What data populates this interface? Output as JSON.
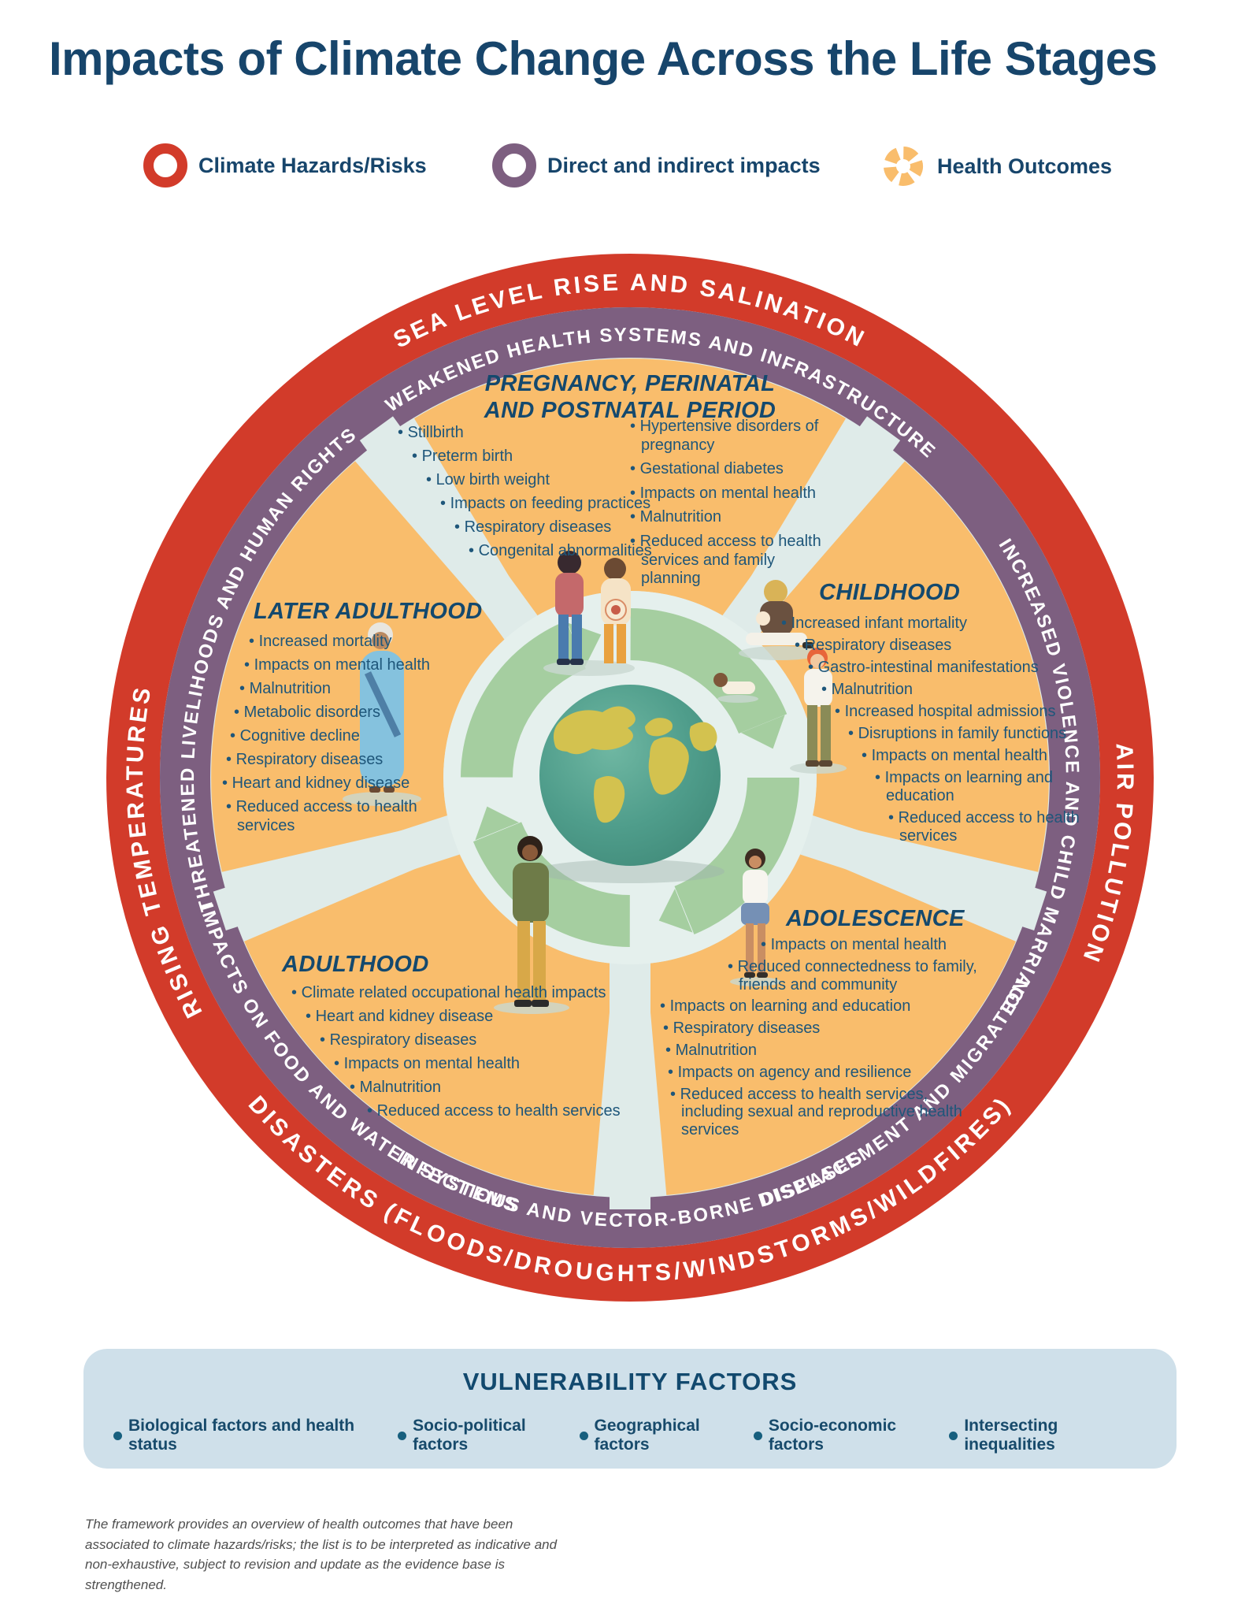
{
  "title": "Impacts of Climate Change Across the Life Stages",
  "legend": {
    "hazards": "Climate Hazards/Risks",
    "impacts": "Direct and indirect impacts",
    "outcomes": "Health Outcomes"
  },
  "rings": {
    "hazards_top": "SEA LEVEL RISE AND SALINATION",
    "hazards_right": "AIR POLLUTION",
    "hazards_bottom": "DISASTERS (FLOODS/DROUGHTS/WINDSTORMS/WILDFIRES)",
    "hazards_left": "RISING TEMPERATURES",
    "impacts_top": "WEAKENED HEALTH SYSTEMS AND INFRASTRUCTURE",
    "impacts_upper_left": "THREATENED LIVELIHOODS AND HUMAN RIGHTS",
    "impacts_right": "INCREASED VIOLENCE AND CHILD MARRIAGE",
    "impacts_lower_right": "DISPLACEMENT AND MIGRATION",
    "impacts_bottom": "INFECTIOUS AND VECTOR-BORNE DISEASES",
    "impacts_lower_left": "IMPACTS ON FOOD AND WATER SYSTEMS"
  },
  "stages": {
    "pregnancy": {
      "title": "PREGNANCY, PERINATAL AND POSTNATAL PERIOD",
      "items_left": [
        "Stillbirth",
        "Preterm birth",
        "Low birth weight",
        "Impacts on feeding practices",
        "Respiratory diseases",
        "Congenital abnormalities"
      ],
      "items_right": [
        "Hypertensive disorders of pregnancy",
        "Gestational diabetes",
        "Impacts on mental health",
        "Malnutrition",
        "Reduced access to health services and family planning"
      ]
    },
    "childhood": {
      "title": "CHILDHOOD",
      "items": [
        "Increased infant mortality",
        "Respiratory diseases",
        "Gastro-intestinal manifestations",
        "Malnutrition",
        "Increased hospital admissions",
        "Disruptions in family functions",
        "Impacts on mental health",
        "Impacts on learning and education",
        "Reduced access to health services"
      ]
    },
    "adolescence": {
      "title": "ADOLESCENCE",
      "items": [
        "Impacts on mental health",
        "Reduced connectedness to family, friends and community",
        "Impacts on learning and education",
        "Respiratory diseases",
        "Malnutrition",
        "Impacts on agency and resilience",
        "Reduced access to health services, including sexual and reproductive health services"
      ]
    },
    "adulthood": {
      "title": "ADULTHOOD",
      "items": [
        "Climate related occupational health impacts",
        "Heart and kidney disease",
        "Respiratory diseases",
        "Impacts on mental health",
        "Malnutrition",
        "Reduced access to health services"
      ]
    },
    "later_adulthood": {
      "title": "LATER ADULTHOOD",
      "items": [
        "Increased mortality",
        "Impacts on mental health",
        "Malnutrition",
        "Metabolic disorders",
        "Cognitive decline",
        "Respiratory diseases",
        "Heart and kidney disease",
        "Reduced access to health services"
      ]
    }
  },
  "vulnerability": {
    "title": "VULNERABILITY FACTORS",
    "factors": [
      "Biological factors and health status",
      "Socio-political factors",
      "Geographical factors",
      "Socio-economic factors",
      "Intersecting inequalities"
    ]
  },
  "footnote": "The framework provides an overview of health outcomes that have been associated to climate hazards/risks; the list is to be interpreted as indicative and non-exhaustive, subject to revision and update as the evidence base is strengthened.",
  "colors": {
    "hazard_red": "#D23B2A",
    "impact_purple": "#7D5F80",
    "outcome_orange": "#F9BD6C",
    "heading_navy": "#14496E",
    "text_blue": "#1E567A",
    "panel_blue": "#CFE0EA"
  }
}
